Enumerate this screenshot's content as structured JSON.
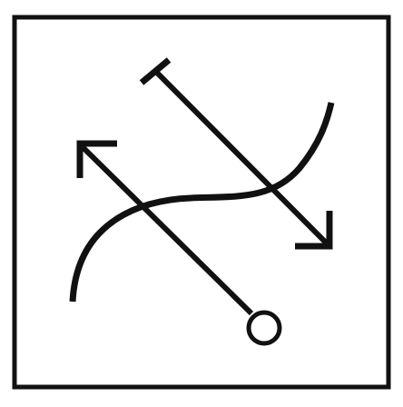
{
  "symbol": {
    "icon": "crossing-arrows-with-curve-icon",
    "colors": {
      "background": "#ffffff",
      "ink": "#111111",
      "circle_fill": "#ffffff"
    },
    "parts": [
      "frame",
      "curve",
      "tee-arrow",
      "circle-arrow"
    ]
  }
}
